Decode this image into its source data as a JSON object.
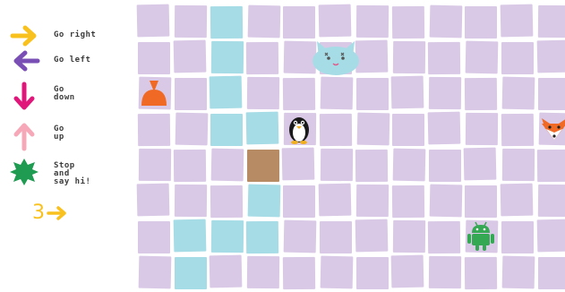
{
  "colors": {
    "tile_purple": "#d9c9e6",
    "tile_blue": "#a6dce6",
    "tile_brown": "#b78b63",
    "arrow_right": "#f9c11e",
    "arrow_left": "#7a4fb5",
    "arrow_down": "#e0167a",
    "arrow_up": "#f7a8b8",
    "stop_star": "#1f9b52"
  },
  "legend": [
    {
      "icon": "arrow-right-icon",
      "label": "Go right"
    },
    {
      "icon": "arrow-left-icon",
      "label": "Go left"
    },
    {
      "icon": "arrow-down-icon",
      "label": "Go\ndown"
    },
    {
      "icon": "arrow-up-icon",
      "label": "Go\nup"
    },
    {
      "icon": "stop-star-icon",
      "label": "Stop\nand\nsay hi!"
    }
  ],
  "repeat_example": {
    "number": "3",
    "icon": "arrow-right-icon"
  },
  "board": {
    "columns": 12,
    "rows": 8,
    "blue_tiles": [
      [
        0,
        2
      ],
      [
        1,
        2
      ],
      [
        2,
        2
      ],
      [
        3,
        2
      ],
      [
        3,
        3
      ],
      [
        5,
        3
      ],
      [
        6,
        1
      ],
      [
        6,
        2
      ],
      [
        6,
        3
      ],
      [
        7,
        1
      ]
    ],
    "brown_tiles": [
      [
        4,
        3
      ]
    ],
    "sprites": [
      {
        "name": "cat-face",
        "row": 1,
        "col": 5
      },
      {
        "name": "orange-pot",
        "row": 2,
        "col": 0
      },
      {
        "name": "penguin",
        "row": 3,
        "col": 4
      },
      {
        "name": "fox",
        "row": 3,
        "col": 11
      },
      {
        "name": "android-robot",
        "row": 6,
        "col": 9
      }
    ]
  }
}
